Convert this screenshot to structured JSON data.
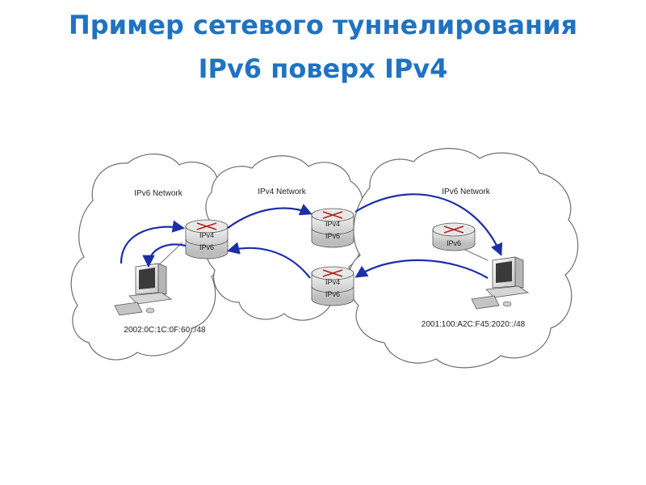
{
  "slide": {
    "title": "Пример сетевого туннелирования IPv6 поверх IPv4",
    "title_color": "#1f73c1"
  },
  "diagram": {
    "clouds": {
      "left": "IPv6 Network",
      "middle": "IPv4 Network",
      "right": "IPv6 Network"
    },
    "routers": {
      "left": {
        "top": "IPv4",
        "bottom": "IPv6"
      },
      "top": {
        "top": "IPv4",
        "bottom": "IPv6"
      },
      "bottom": {
        "top": "IPv4",
        "bottom": "IPv6"
      },
      "right": {
        "label": "IPv6"
      }
    },
    "prefixes": {
      "left": "2002:0C:1C:0F:60::/48",
      "right": "2001:100:A2C:F45:2020::/48"
    },
    "arrow_color": "#1c2fa8"
  }
}
